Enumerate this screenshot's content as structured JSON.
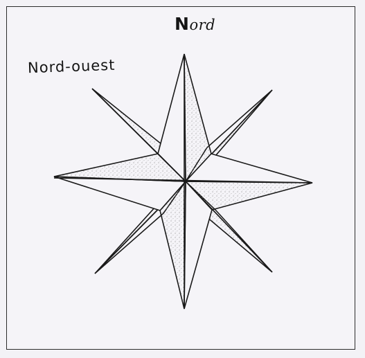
{
  "diagram": {
    "north_label_initial": "N",
    "north_label_rest": "ord",
    "northwest_label": "Nord-ouest",
    "stroke_color": "#1a1a1a",
    "shade_color": "#9a9a9a",
    "background_color": "#f5f4f8"
  }
}
